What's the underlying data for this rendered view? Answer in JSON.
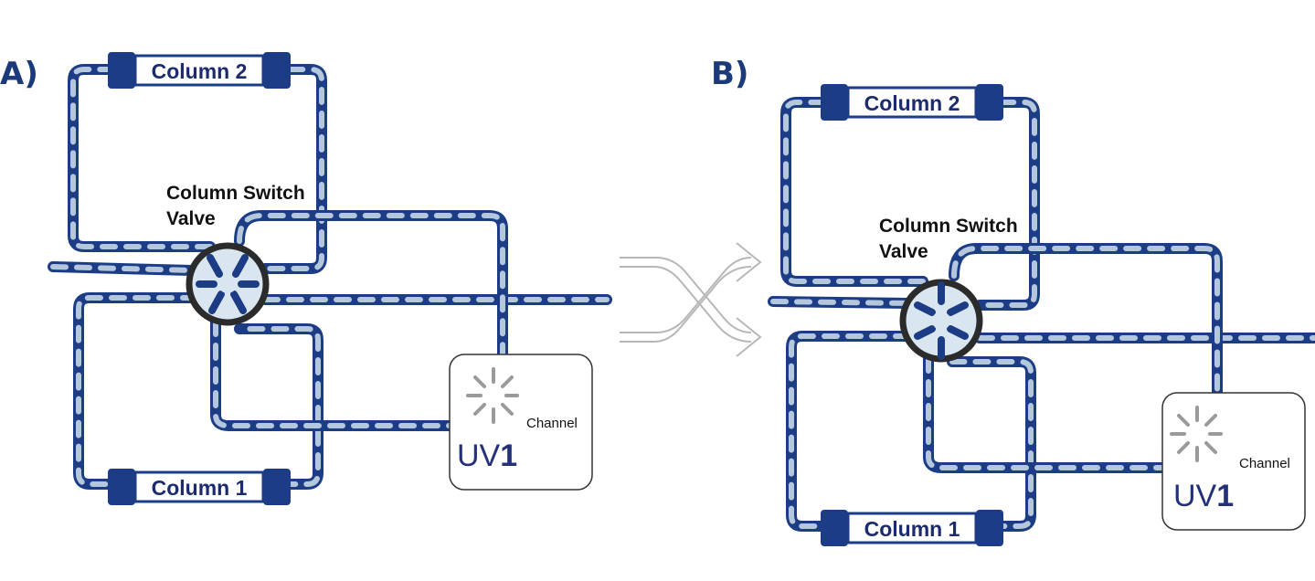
{
  "panels": [
    {
      "label": "A)",
      "column_top": "Column 2",
      "column_bottom": "Column 1",
      "valve_line1": "Column Switch",
      "valve_line2": "Valve",
      "detector_channel": "Channel",
      "detector_uv": "UV",
      "detector_num": "1"
    },
    {
      "label": "B)",
      "column_top": "Column 2",
      "column_bottom": "Column 1",
      "valve_line1": "Column Switch",
      "valve_line2": "Valve",
      "detector_channel": "Channel",
      "detector_uv": "UV",
      "detector_num": "1"
    }
  ],
  "icons": {
    "switch_arrow": "crossing-arrows-icon",
    "detector_lamp": "lamp-burst-icon"
  },
  "colors": {
    "tube_dark": "#1c3d86",
    "tube_light": "#b4c7dc",
    "label_blue": "#1b3a7a"
  }
}
